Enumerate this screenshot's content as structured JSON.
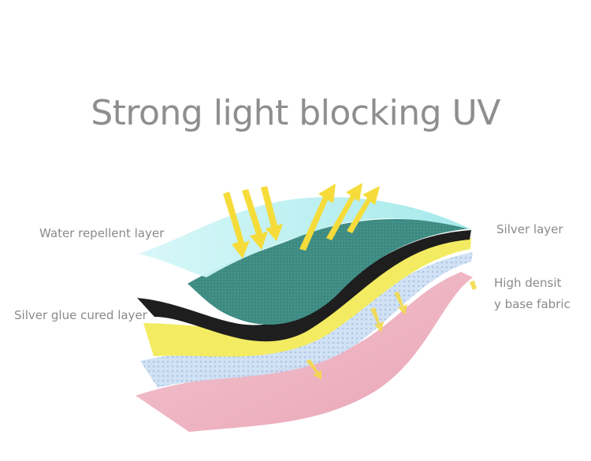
{
  "title": "Strong light blocking UV",
  "labels": {
    "water_repellent": "Water repellent layer",
    "silver_glue": "Silver glue cured layer",
    "silver_layer": "Silver layer",
    "high_density_line1": "High densit",
    "high_density_line2": "y base fabric"
  },
  "colors": {
    "cyan_layer": "#a8ecee",
    "teal_layer": "#3d8a82",
    "black_layer": "#1e1e1e",
    "yellow_layer": "#f3ec62",
    "blue_layer": "#bcd6ef",
    "pink_layer": "#f2b8c6",
    "arrow": "#f5dc3a"
  }
}
